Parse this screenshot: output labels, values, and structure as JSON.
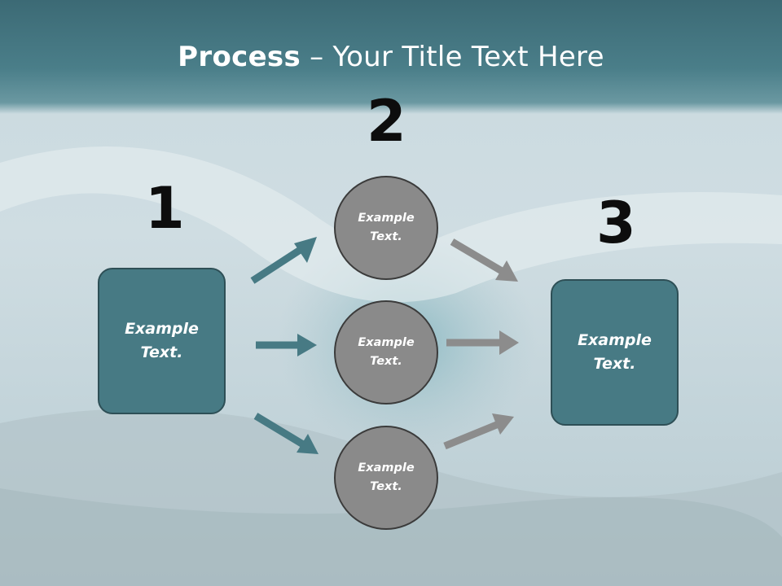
{
  "title": {
    "bold": "Process",
    "rest": " – Your Title Text Here"
  },
  "steps": {
    "one": "1",
    "two": "2",
    "three": "3"
  },
  "boxes": {
    "left": "Example Text.",
    "right": "Example Text."
  },
  "circles": [
    "Example Text.",
    "Example Text.",
    "Example Text."
  ],
  "colors": {
    "teal": "#477a84",
    "gray": "#8a8a8a",
    "arrow_teal": "#477a84",
    "arrow_gray": "#8c8c8c"
  }
}
